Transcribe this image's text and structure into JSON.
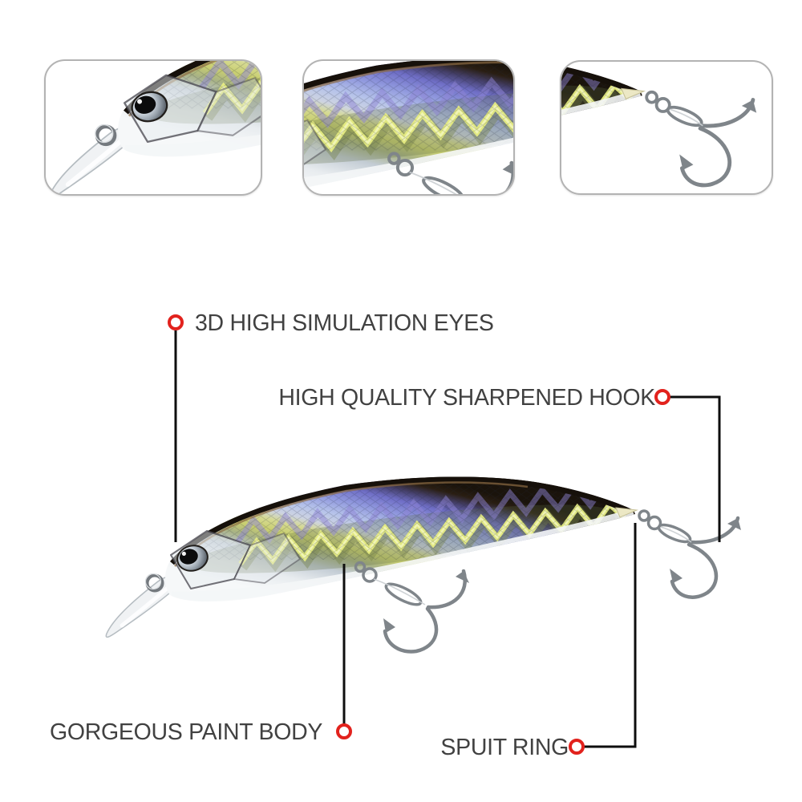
{
  "callouts": {
    "eyes": {
      "label": "3D HIGH SIMULATION EYES"
    },
    "hook": {
      "label": "HIGH QUALITY SHARPENED HOOK"
    },
    "paint_body": {
      "label": "GORGEOUS PAINT BODY"
    },
    "spuit_ring": {
      "label": "SPUIT RING"
    }
  },
  "thumbnails": [
    {
      "name": "head-and-eye-closeup"
    },
    {
      "name": "paint-body-closeup"
    },
    {
      "name": "tail-hook-closeup"
    }
  ],
  "colors": {
    "accent_red": "#e2221d",
    "callout_line": "#0e0e0e",
    "label_text": "#414141",
    "thumbnail_border": "#b3b3b3",
    "background": "#ffffff"
  }
}
